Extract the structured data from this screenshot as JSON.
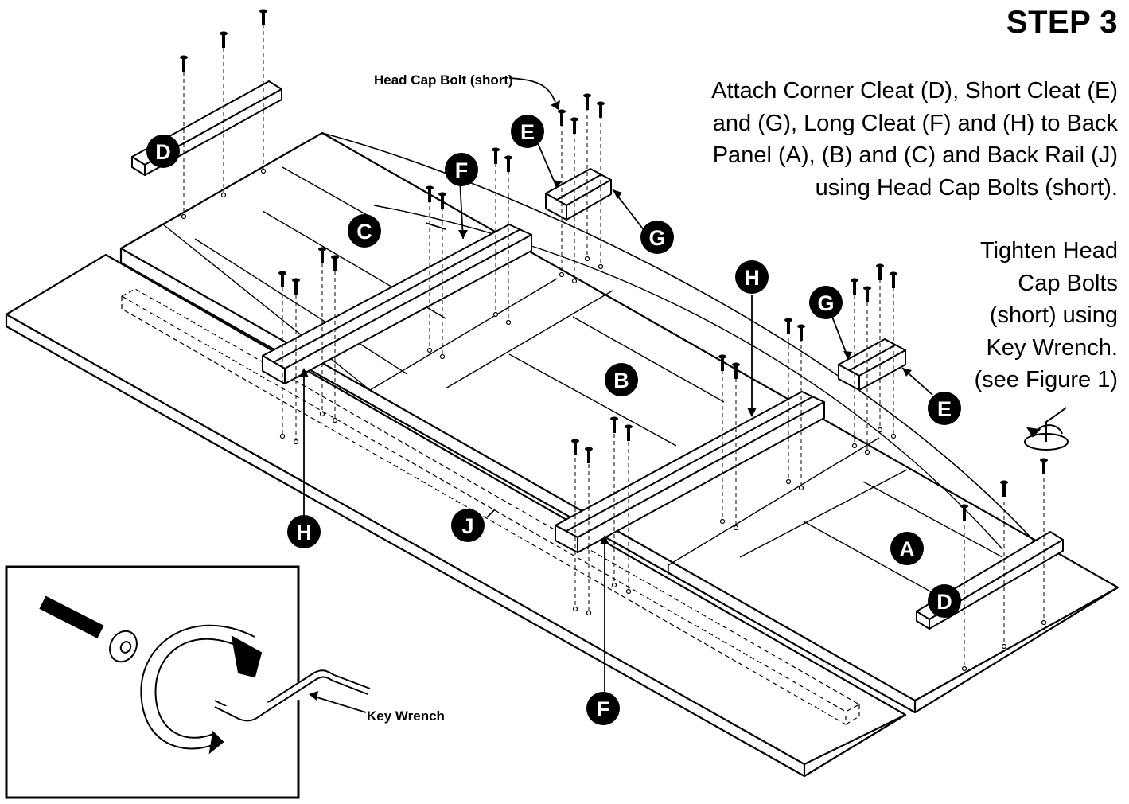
{
  "title": "STEP 3",
  "instruction": [
    "Attach Corner Cleat (D), Short Cleat (E)",
    "and (G), Long Cleat (F) and (H) to Back",
    "Panel (A), (B) and (C) and Back Rail (J)",
    "using Head Cap Bolts (short)."
  ],
  "tighten": [
    "Tighten Head",
    "Cap Bolts",
    "(short) using",
    "Key Wrench.",
    "(see Figure 1)"
  ],
  "callouts": {
    "head_cap_bolt": "Head Cap Bolt (short)",
    "key_wrench": "Key Wrench"
  },
  "parts": {
    "A": "A",
    "B": "B",
    "C": "C",
    "D": "D",
    "E": "E",
    "F": "F",
    "G": "G",
    "H": "H",
    "J": "J"
  }
}
